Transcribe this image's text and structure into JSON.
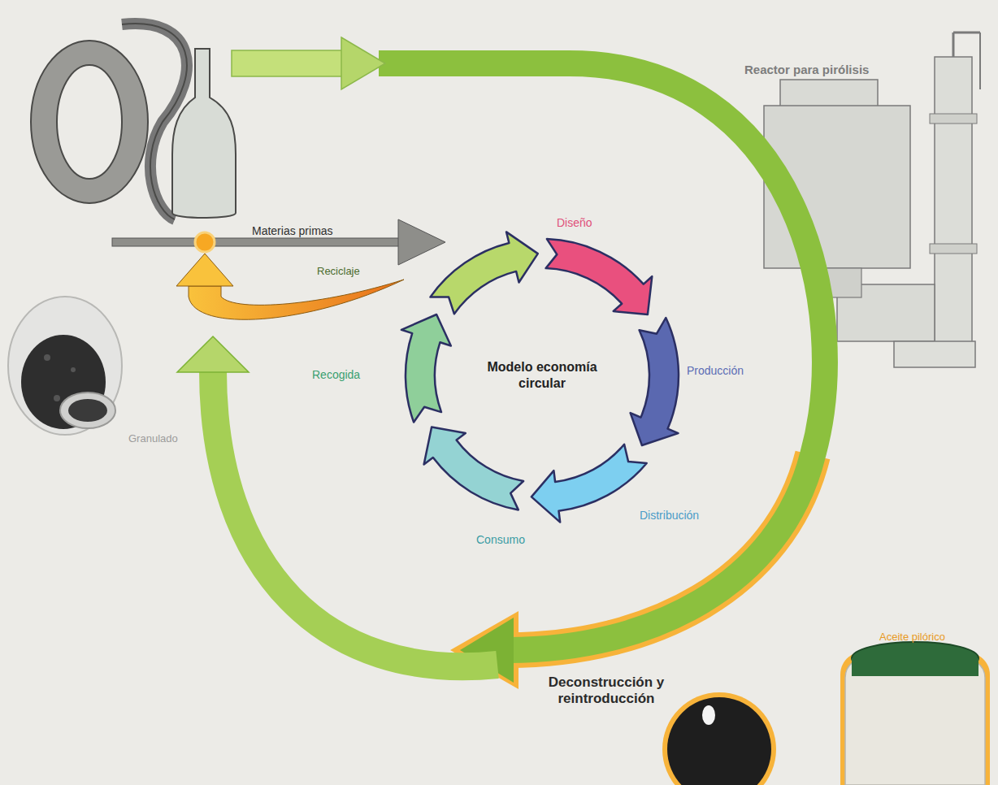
{
  "diagram": {
    "nodes": [
      {
        "text": [
          "Modelo economía circular"
        ]
      }
    ],
    "labels": [
      "Reactor para pirólisis",
      "Materias primas",
      "Diseño",
      "Reciclaje",
      "Producción",
      "Recogida",
      "Granulado",
      "Distribución",
      "Consumo",
      "Deconstrucción y reintroducción",
      "Aceite pilórico"
    ]
  }
}
